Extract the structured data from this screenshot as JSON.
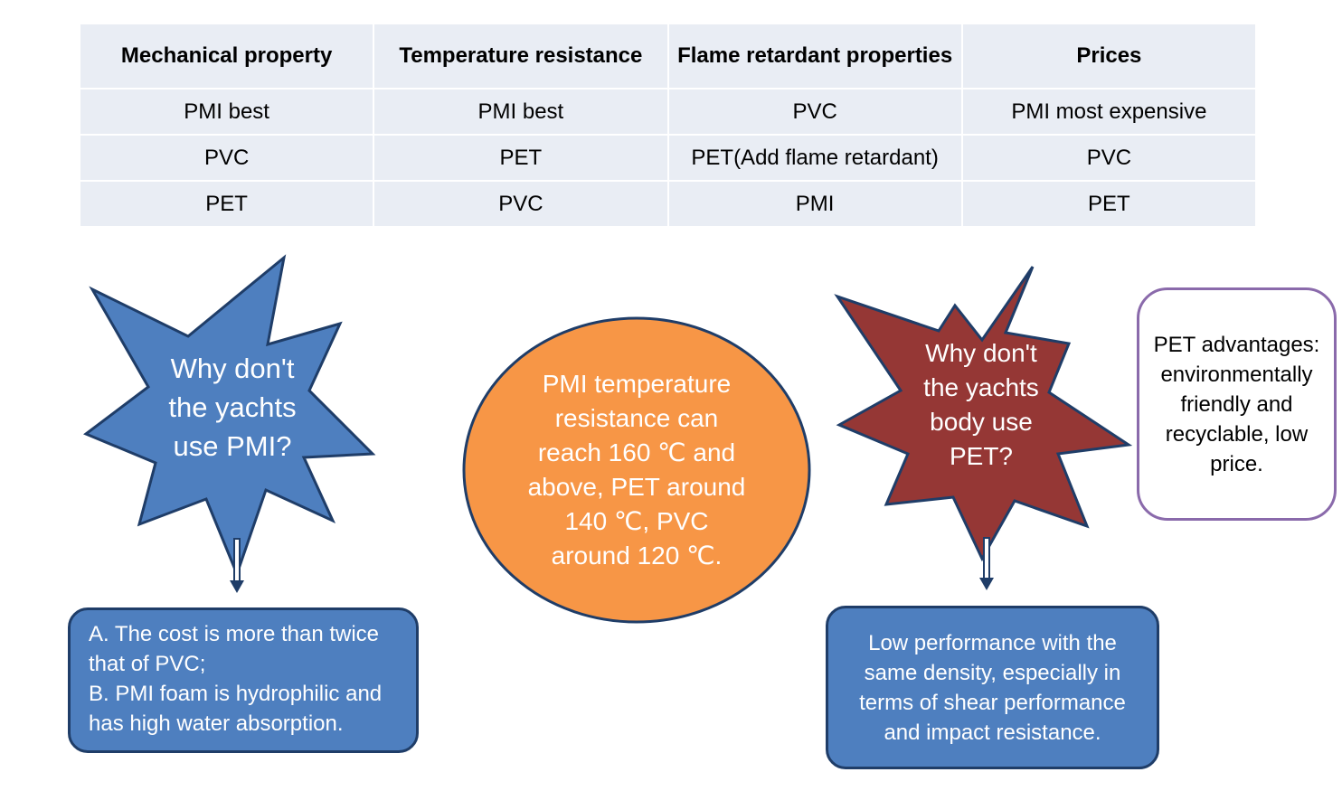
{
  "table": {
    "headers": [
      "Mechanical property",
      "Temperature resistance",
      "Flame retardant properties",
      "Prices"
    ],
    "rows": [
      [
        "PMI best",
        "PMI best",
        "PVC",
        "PMI most expensive"
      ],
      [
        "PVC",
        "PET",
        "PET(Add flame retardant)",
        "PVC"
      ],
      [
        "PET",
        "PVC",
        "PMI",
        "PET"
      ]
    ]
  },
  "star_left": {
    "lines": [
      "Why don't",
      "the yachts",
      "use PMI?"
    ],
    "fill": "#4e7fbf",
    "stroke": "#1f3d68"
  },
  "center_ellipse": {
    "lines": [
      "PMI temperature",
      "resistance can",
      "reach 160 ℃ and",
      "above, PET around",
      "140 ℃, PVC",
      "around 120 ℃."
    ],
    "fill": "#f79646",
    "stroke": "#1f3d68"
  },
  "star_right": {
    "lines": [
      "Why don't",
      "the yachts",
      "body use",
      "PET?"
    ],
    "fill": "#953735",
    "stroke": "#1f3d68"
  },
  "box_left": {
    "lines": [
      "A. The cost is more than twice",
      "that of PVC;",
      "B. PMI foam is hydrophilic and",
      "has high water absorption."
    ]
  },
  "box_right": {
    "text": "Low performance with the same density, especially in terms of shear performance and impact resistance."
  },
  "box_pet": {
    "text": "PET advantages: environmentally friendly and recyclable, low price."
  },
  "icons": {
    "arrow_left": "down-arrow-icon",
    "arrow_right": "down-arrow-icon"
  }
}
